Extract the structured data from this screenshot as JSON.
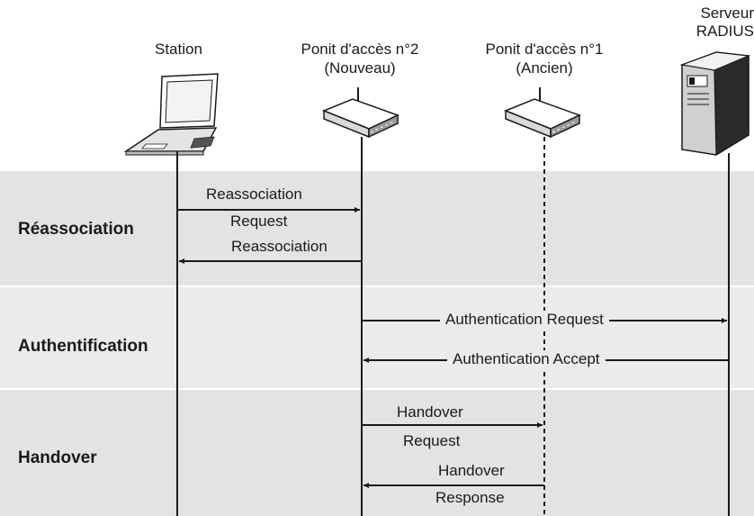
{
  "actors": {
    "station": "Station",
    "ap2_line1": "Ponit d'accès n°2",
    "ap2_line2": "(Nouveau)",
    "ap1_line1": "Ponit d'accès n°1",
    "ap1_line2": "(Ancien)",
    "radius_line1": "Serveur",
    "radius_line2": "RADIUS"
  },
  "phases": {
    "reassociation": "Réassociation",
    "authentication": "Authentification",
    "handover": "Handover"
  },
  "messages": {
    "reassoc_request_1": "Reassociation",
    "reassoc_request_2": "Request",
    "reassoc_response": "Reassociation",
    "auth_request": "Authentication Request",
    "auth_accept": "Authentication Accept",
    "handover_request_1": "Handover",
    "handover_request_2": "Request",
    "handover_response_1": "Handover",
    "handover_response_2": "Response"
  },
  "icons": {
    "station": "laptop-icon",
    "ap2": "access-point-icon",
    "ap1": "access-point-icon",
    "radius": "server-tower-icon"
  }
}
